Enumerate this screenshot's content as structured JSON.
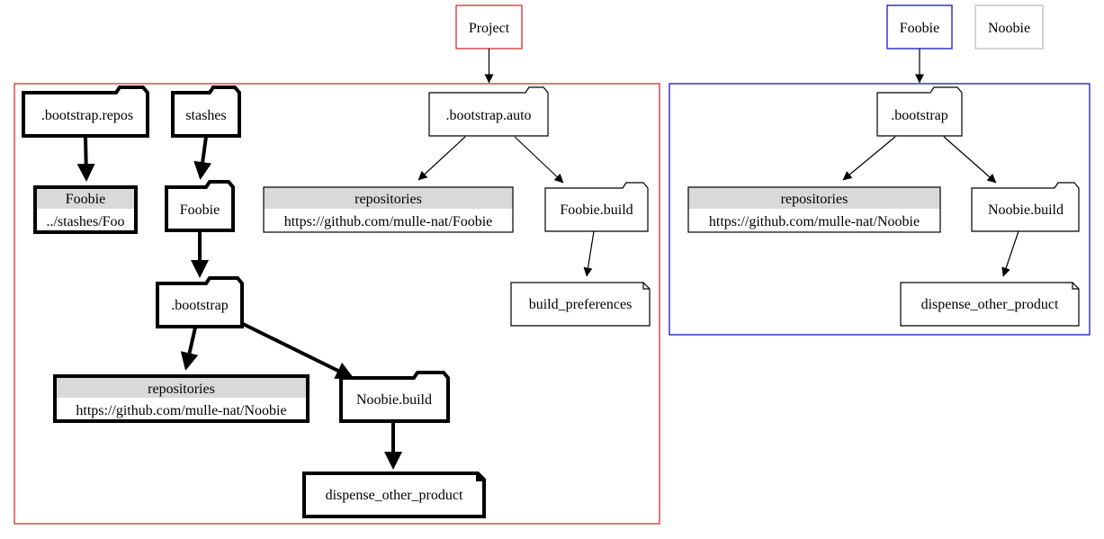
{
  "colors": {
    "project": "#d32f2f",
    "foobie": "#1515c8",
    "noobie": "#bdbdbd",
    "header_fill": "#d9d9d9"
  },
  "top": {
    "project": "Project",
    "foobie": "Foobie",
    "noobie": "Noobie"
  },
  "project": {
    "bootstrap_repos": ".bootstrap.repos",
    "stashes": "stashes",
    "foobie_repo": {
      "name": "Foobie",
      "path": "../stashes/Foo"
    },
    "stash_foobie": "Foobie",
    "stash_bootstrap": ".bootstrap",
    "stash_repositories": {
      "title": "repositories",
      "url": "https://github.com/mulle-nat/Noobie"
    },
    "stash_noobie_build": "Noobie.build",
    "stash_dispense": "dispense_other_product",
    "bootstrap_auto": ".bootstrap.auto",
    "auto_repositories": {
      "title": "repositories",
      "url": "https://github.com/mulle-nat/Foobie"
    },
    "foobie_build": "Foobie.build",
    "build_preferences": "build_preferences"
  },
  "foobie": {
    "bootstrap": ".bootstrap",
    "repositories": {
      "title": "repositories",
      "url": "https://github.com/mulle-nat/Noobie"
    },
    "noobie_build": "Noobie.build",
    "dispense": "dispense_other_product"
  }
}
